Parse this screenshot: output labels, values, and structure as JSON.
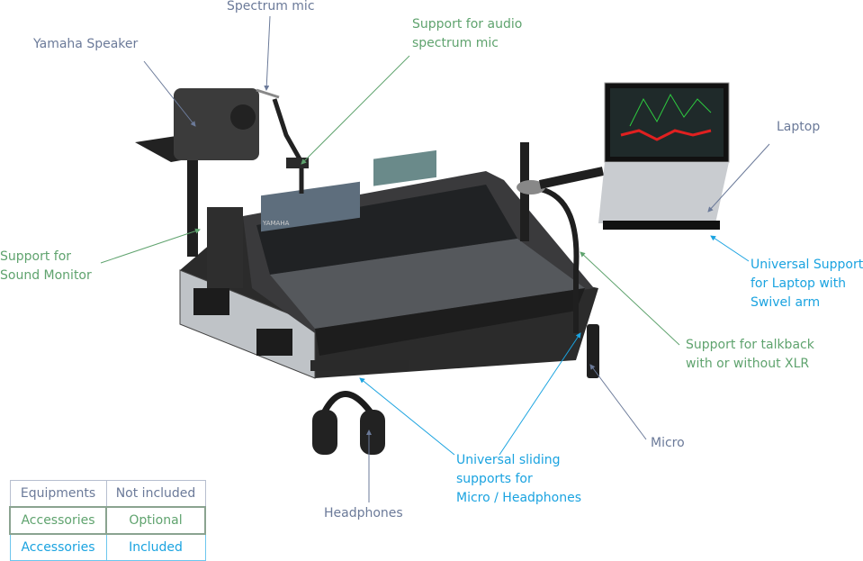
{
  "labels": {
    "spectrum_mic": "Spectrum mic",
    "yamaha_speaker": "Yamaha Speaker",
    "support_audio_mic": [
      "Support for audio",
      "spectrum mic"
    ],
    "support_sound_monitor": [
      "Support for",
      "Sound Monitor"
    ],
    "laptop": "Laptop",
    "universal_support_laptop": [
      "Universal Support",
      "for Laptop with",
      "Swivel arm"
    ],
    "support_talkback": [
      "Support for talkback",
      "with or without XLR"
    ],
    "micro": "Micro",
    "universal_sliding": [
      "Universal sliding",
      "supports for",
      "Micro / Headphones"
    ],
    "headphones": "Headphones"
  },
  "legend": [
    {
      "type": "Equipments",
      "status": "Not included",
      "color": "#6b7a99"
    },
    {
      "type": "Accessories",
      "status": "Optional",
      "color": "#5fa36e"
    },
    {
      "type": "Accessories",
      "status": "Included",
      "color": "#1aa3e0"
    }
  ],
  "console_brand": "YAMAHA"
}
